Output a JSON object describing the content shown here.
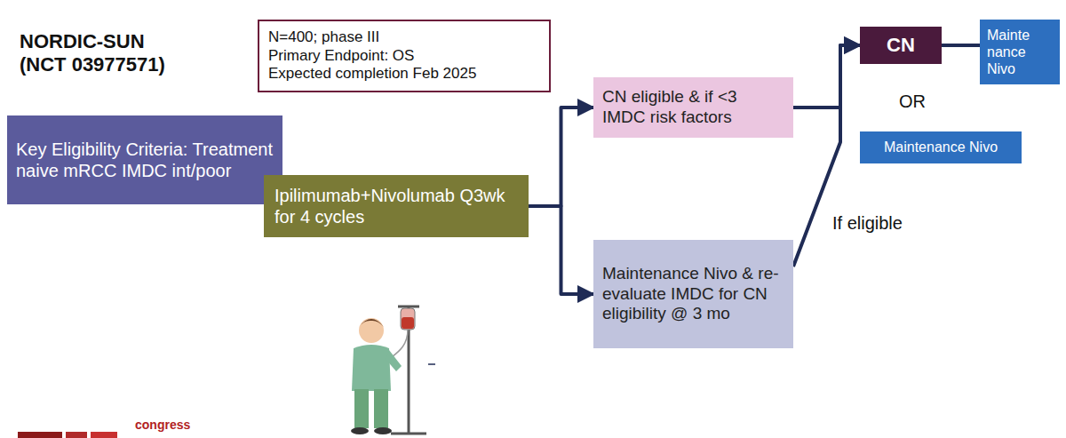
{
  "diagram": {
    "title": "NORDIC-SUN (NCT 03977571)",
    "nodes": [
      {
        "text": [
          "N=400; phase III",
          "Primary Endpoint: OS",
          "Expected completion Feb 2025"
        ]
      },
      {
        "text": [
          "Key Eligibility Criteria: Treatment naive mRCC IMDC int/poor"
        ]
      },
      {
        "text": [
          "Ipilimumab+Nivolumab Q3wk for 4 cycles"
        ]
      },
      {
        "text": [
          "CN eligible & if <3 IMDC risk factors"
        ]
      },
      {
        "text": [
          "Maintenance Nivo & re-evaluate IMDC for CN eligibility @ 3 mo"
        ]
      },
      {
        "text": [
          "CN"
        ]
      },
      {
        "text": [
          "Mainte nance Nivo"
        ]
      },
      {
        "text": [
          "Maintenance Nivo"
        ]
      }
    ],
    "edges": [
      {
        "from": 2,
        "to": 3,
        "arrow": "to"
      },
      {
        "from": 2,
        "to": 4,
        "arrow": "to"
      },
      {
        "from": 3,
        "to": 5,
        "arrow": "to"
      },
      {
        "from": 4,
        "to": 5,
        "label": "If eligible",
        "arrow": "to"
      },
      {
        "from": 5,
        "to": 6,
        "arrow": "none"
      }
    ],
    "labels": [
      "OR",
      "congress"
    ]
  }
}
